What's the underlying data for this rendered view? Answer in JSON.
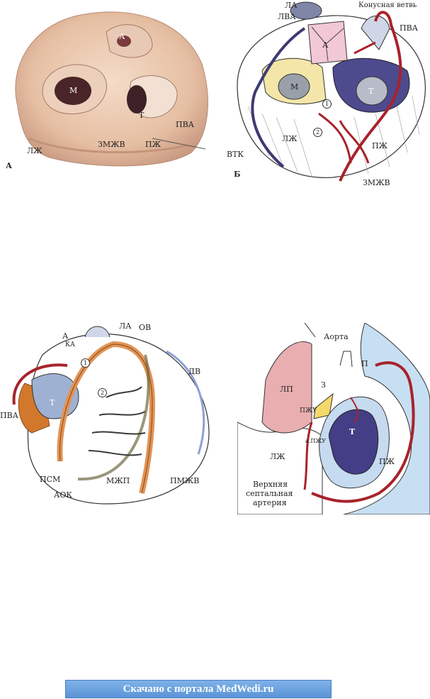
{
  "figure_a": {
    "tag": "А",
    "labels": {
      "a": "А",
      "m": "М",
      "t": "Т",
      "lzh": "ЛЖ",
      "zmzhv": "ЗМЖВ",
      "pzh": "ПЖ",
      "pva": "ПВА"
    }
  },
  "figure_b": {
    "tag": "Б",
    "labels": {
      "la": "ЛА",
      "lva": "ЛВА",
      "conus": "Конусная ветвь",
      "pva": "ПВА",
      "a": "А",
      "m": "М",
      "t": "Т",
      "vtk": "ВТК",
      "lzh": "ЛЖ",
      "pzh": "ПЖ",
      "zmzhv": "ЗМЖВ",
      "n1": "1",
      "n2": "2"
    }
  },
  "figure_c": {
    "labels": {
      "a": "А",
      "ka": "КА",
      "la": "ЛА",
      "ov": "ОВ",
      "dv": "ДВ",
      "pva": "ПВА",
      "t": "Т",
      "psm": "ПСМ",
      "aok": "АОК",
      "mzhp": "МЖП",
      "pmzhv": "ПМЖВ",
      "n1": "1",
      "n2": "2"
    }
  },
  "figure_d": {
    "labels": {
      "aorta": "Аорта",
      "p": "П",
      "lp": "ЛП",
      "z": "З",
      "pzhu": "ПЖУ",
      "t": "Т",
      "apzhu": "а.ПЖУ",
      "lzh": "ЛЖ",
      "pzh": "ПЖ",
      "septal_1": "Верхняя",
      "septal_2": "септальная",
      "septal_3": "артерия"
    }
  },
  "footer": {
    "text": "Скачано с портала MedWedi.ru"
  }
}
